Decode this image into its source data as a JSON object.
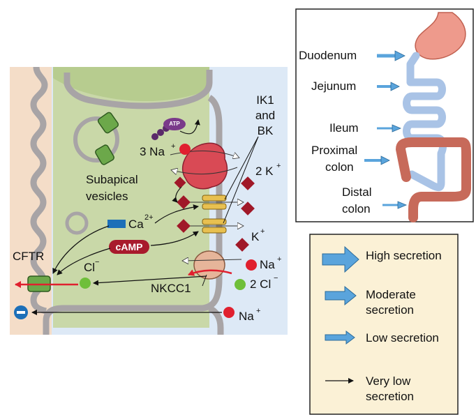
{
  "cell_panel": {
    "labels": {
      "subapical_vesicles": [
        "Subapical",
        "vesicles"
      ],
      "ik1_bk": [
        "IK1",
        "and",
        "BK"
      ],
      "cftr": "CFTR",
      "nkcc1": "NKCC1",
      "atp": "ATP",
      "camp": "cAMP",
      "na_pump": "3 Na",
      "na_pump_sup": "+",
      "k_out2": "2 K",
      "k_out2_sup": "+",
      "k_out1": "K",
      "k_out1_sup": "+",
      "ca": "Ca",
      "ca_sup": "2+",
      "na_nkcc": "Na",
      "na_nkcc_sup": "+",
      "cl_nkcc": "2 Cl",
      "cl_nkcc_sup": "−",
      "cl_in": "Cl",
      "cl_in_sup": "−",
      "na_bottom": "Na",
      "na_bottom_sup": "+"
    },
    "colors": {
      "lumen": "#f4ddc8",
      "cell": "#c9d8a8",
      "interstitium": "#dde9f6",
      "membrane": "#a8a4a6",
      "na": "#e0202f",
      "k": "#a01828",
      "cl": "#6fbf3a",
      "pump": "#d94a55",
      "channel": "#e8c050",
      "camp": "#a81a2c",
      "ca": "#1c6fb8"
    }
  },
  "intestine_panel": {
    "labels": {
      "duodenum": "Duodenum",
      "jejunum": "Jejunum",
      "ileum": "Ileum",
      "proximal_colon": [
        "Proximal",
        "colon"
      ],
      "distal_colon": [
        "Distal",
        "colon"
      ]
    },
    "colors": {
      "stomach": "#ee9a8c",
      "small_intestine": "#a9c3e6",
      "colon": "#c76a5a"
    }
  },
  "legend": {
    "items": [
      {
        "label": "High secretion",
        "arrow": "large"
      },
      {
        "label": "Moderate secretion",
        "arrow": "medium"
      },
      {
        "label": "Low secretion",
        "arrow": "small"
      },
      {
        "label": "Very low secretion",
        "arrow": "line"
      }
    ],
    "colors": {
      "background": "#fbf1d6",
      "arrow": "#5aa4dc"
    }
  }
}
